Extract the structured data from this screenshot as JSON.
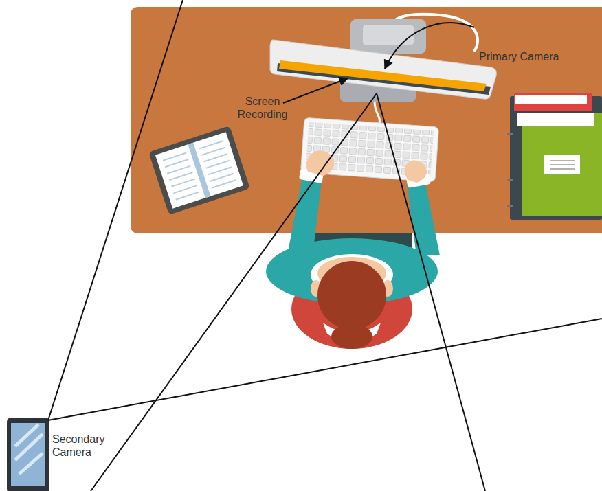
{
  "diagram": {
    "labels": [
      "Primary Camera",
      "Screen Recording",
      "Secondary Camera"
    ]
  }
}
